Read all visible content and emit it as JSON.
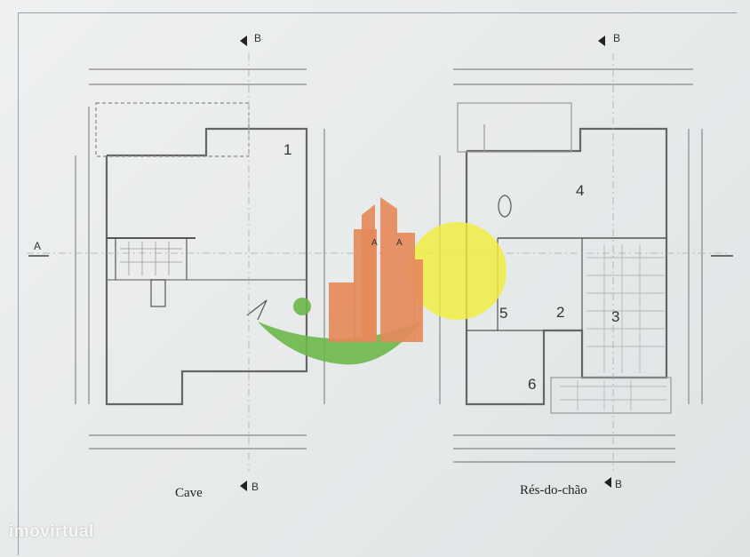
{
  "drawing": {
    "left_plan": {
      "title": "Cave",
      "room_number": "1"
    },
    "right_plan": {
      "title": "Rés-do-chão",
      "rooms": [
        "4",
        "5",
        "2",
        "3",
        "6"
      ]
    },
    "section_marks": {
      "a": "A",
      "b": "B"
    }
  },
  "logo": {
    "letters": [
      "A",
      "A"
    ],
    "orange": "#e58a5a",
    "green": "#6db84a",
    "yellow": "#f2ee3a"
  },
  "watermark": {
    "text": "imovirtual"
  }
}
